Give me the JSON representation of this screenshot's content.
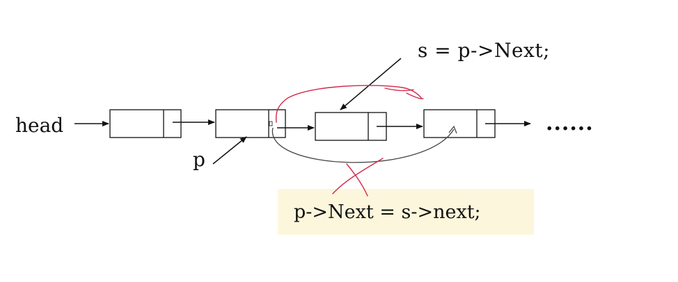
{
  "diagram": {
    "head_label": "head",
    "p_label": "p",
    "ellipsis": "......",
    "code_s_assign": "s = p->Next;",
    "code_p_assign": "p->Next = s->next;",
    "colors": {
      "ink": "#111111",
      "annotation": "#d1284a",
      "highlight": "#fcf7dc",
      "curve": "#444444"
    },
    "nodes": [
      {
        "name": "node-1"
      },
      {
        "name": "node-p"
      },
      {
        "name": "node-s"
      },
      {
        "name": "node-4"
      }
    ]
  }
}
